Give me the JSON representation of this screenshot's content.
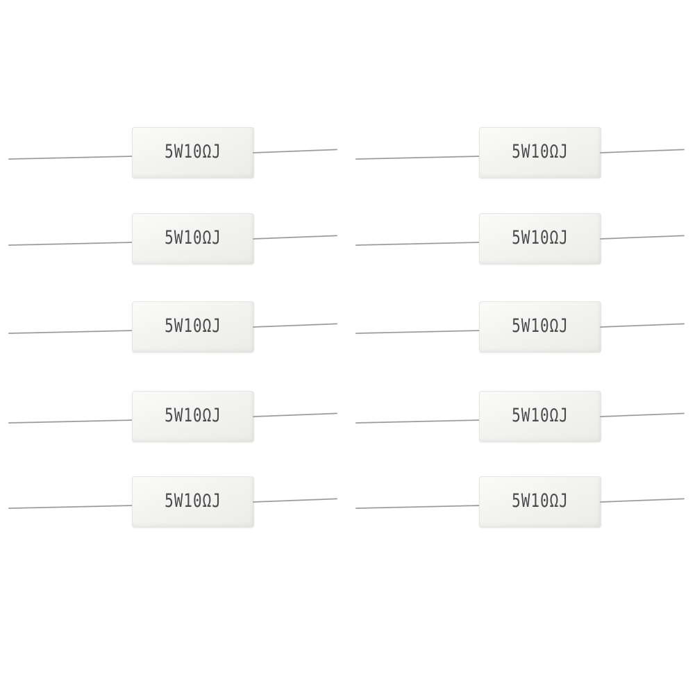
{
  "resistors": [
    {
      "marking": "5W10ΩJ"
    },
    {
      "marking": "5W10ΩJ"
    },
    {
      "marking": "5W10ΩJ"
    },
    {
      "marking": "5W10ΩJ"
    },
    {
      "marking": "5W10ΩJ"
    },
    {
      "marking": "5W10ΩJ"
    },
    {
      "marking": "5W10ΩJ"
    },
    {
      "marking": "5W10ΩJ"
    },
    {
      "marking": "5W10ΩJ"
    },
    {
      "marking": "5W10ΩJ"
    }
  ]
}
